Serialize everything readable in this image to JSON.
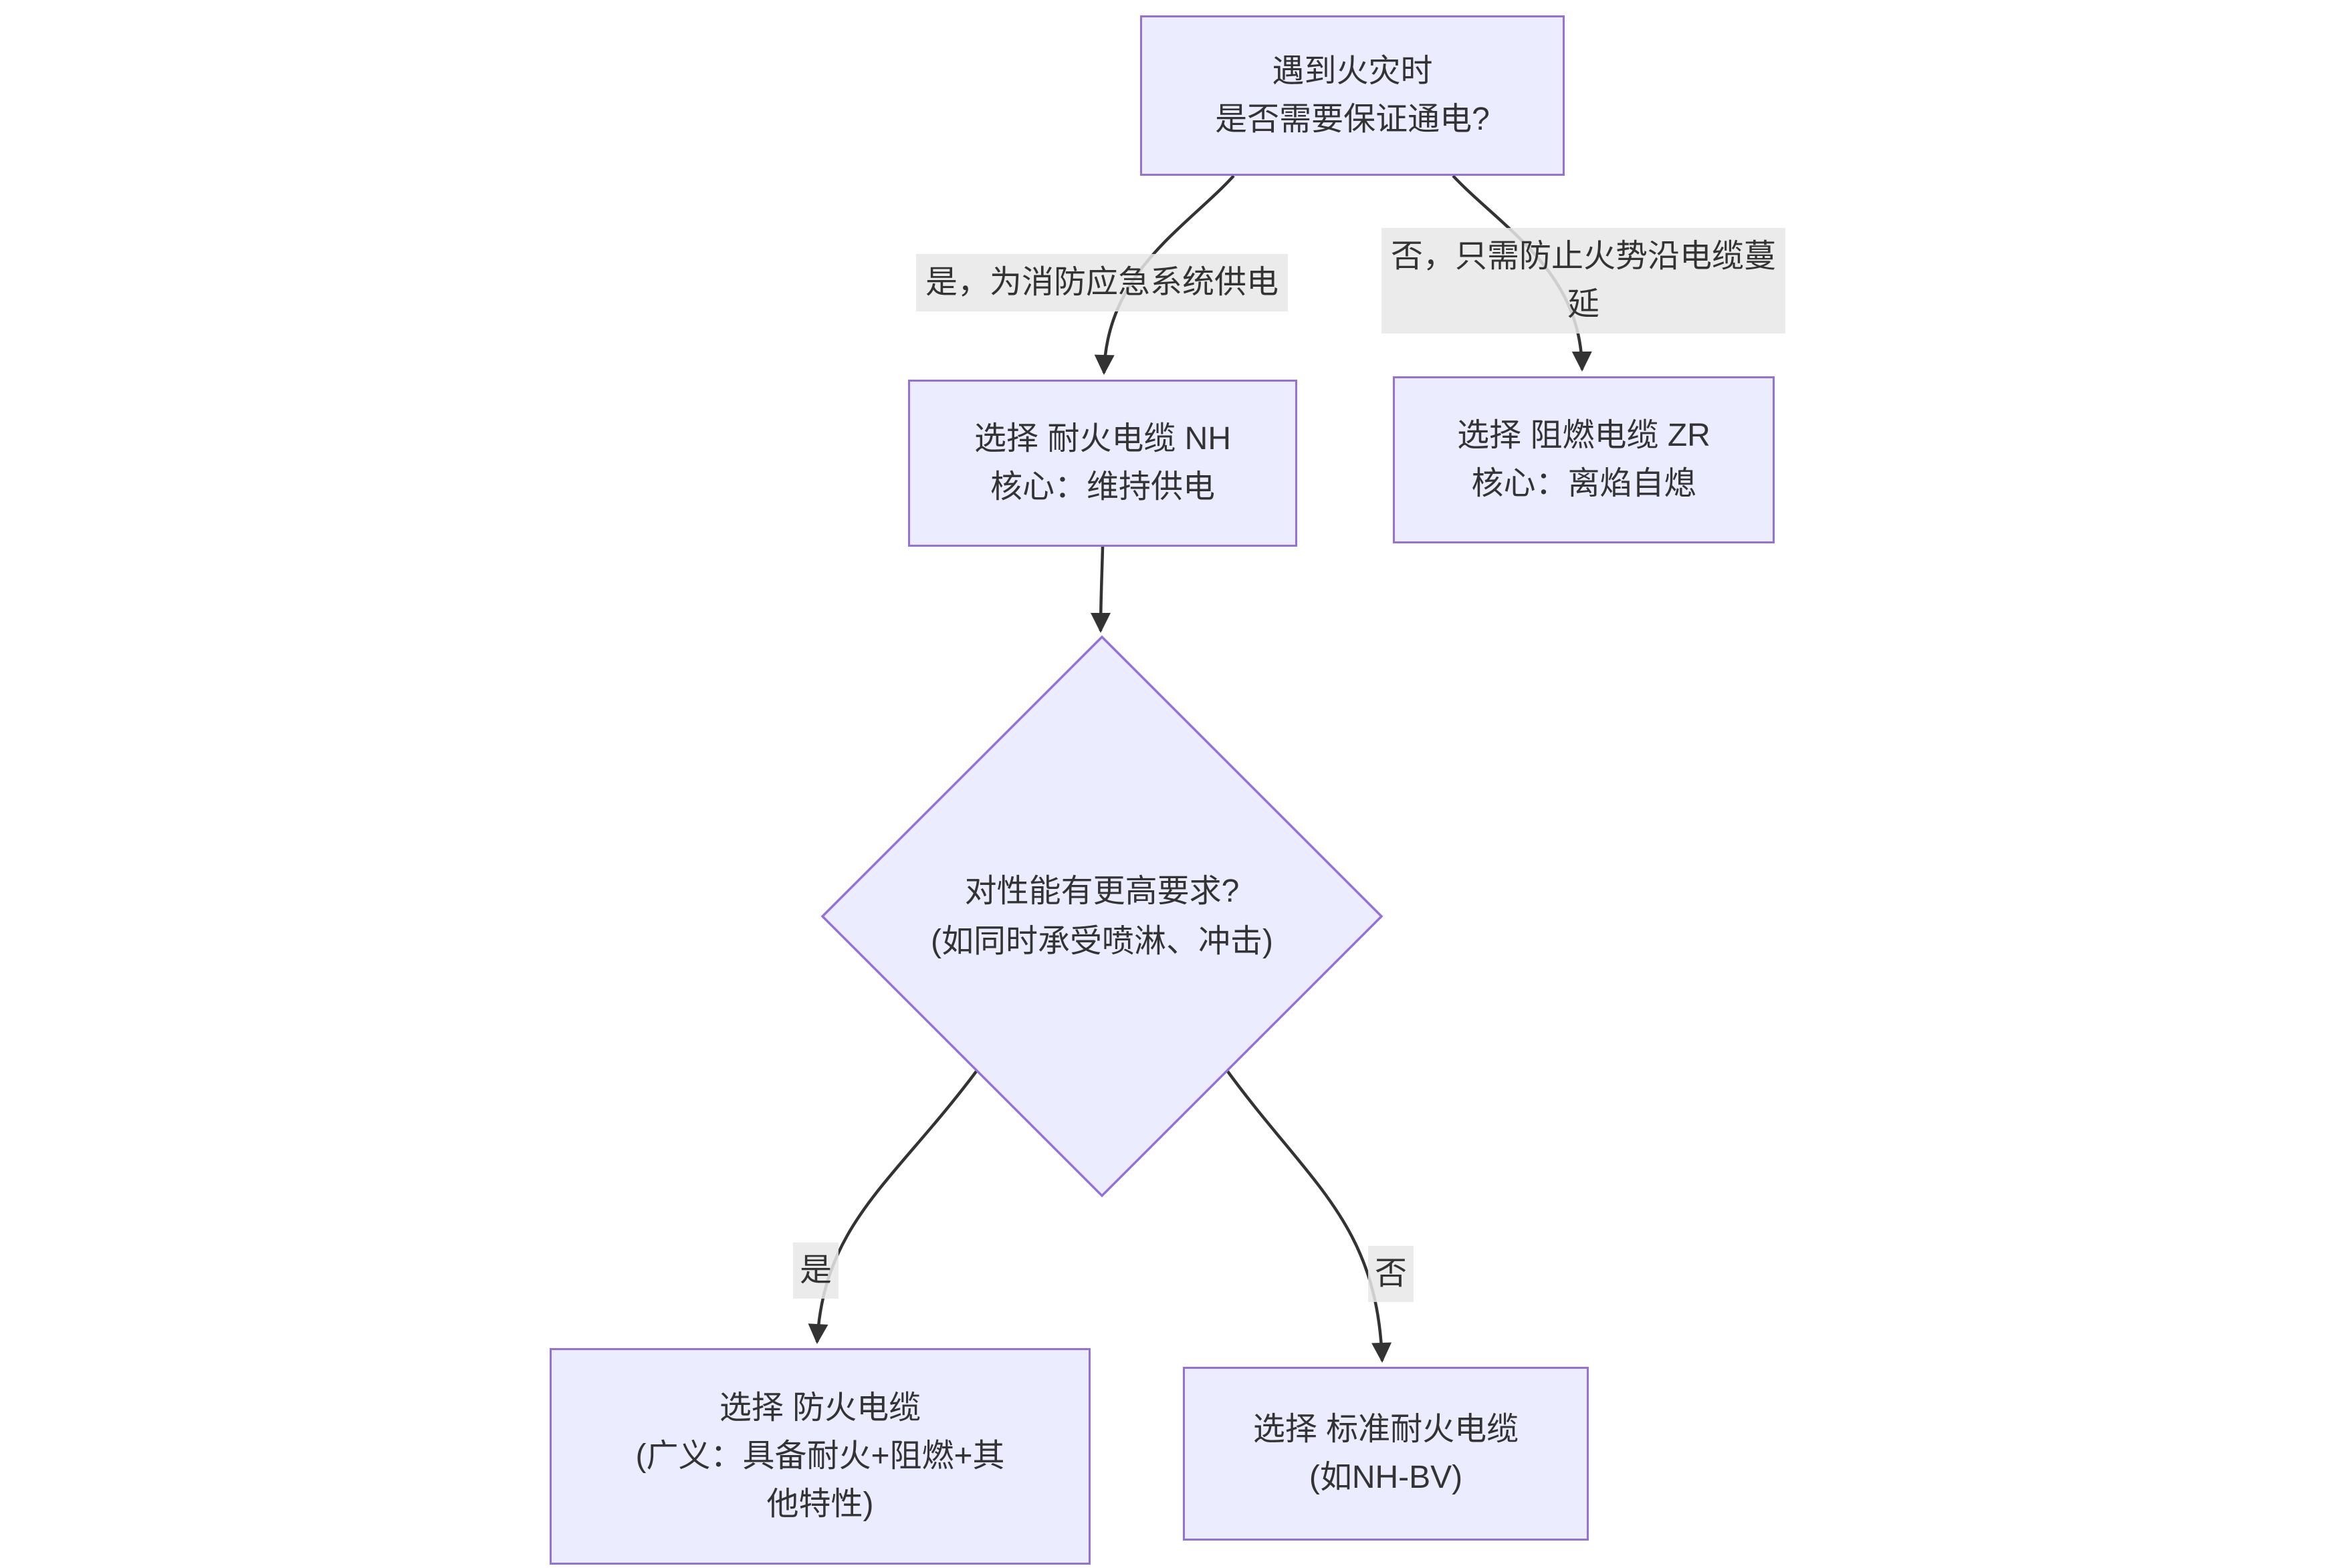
{
  "diagram": {
    "type": "flowchart",
    "direction": "top-down",
    "colors": {
      "node_fill": "#ECECFF",
      "node_border": "#9370DB",
      "edge_line": "#333333",
      "edge_label_bg": "#e8e8e8",
      "text": "#333333",
      "background": "#ffffff"
    },
    "nodes": {
      "start": {
        "shape": "rect",
        "lines": [
          "遇到火灾时",
          "是否需要保证通电?"
        ]
      },
      "nh": {
        "shape": "rect",
        "lines": [
          "选择 耐火电缆 NH",
          "核心：维持供电"
        ]
      },
      "zr": {
        "shape": "rect",
        "lines": [
          "选择 阻燃电缆 ZR",
          "核心：离焰自熄"
        ]
      },
      "decision": {
        "shape": "diamond",
        "lines": [
          "对性能有更高要求?",
          "(如同时承受喷淋、冲击)"
        ]
      },
      "fireproof": {
        "shape": "rect",
        "lines": [
          "选择 防火电缆",
          "(广义：具备耐火+阻燃+其",
          "他特性)"
        ]
      },
      "standard": {
        "shape": "rect",
        "lines": [
          "选择 标准耐火电缆",
          "(如NH-BV)"
        ]
      }
    },
    "edges": [
      {
        "from": "start",
        "to": "nh",
        "label_lines": [
          "是，为消防应急系统供电"
        ]
      },
      {
        "from": "start",
        "to": "zr",
        "label_lines": [
          "否，只需防止火势沿电缆蔓",
          "延"
        ]
      },
      {
        "from": "nh",
        "to": "decision",
        "label_lines": []
      },
      {
        "from": "decision",
        "to": "fireproof",
        "label_lines": [
          "是"
        ]
      },
      {
        "from": "decision",
        "to": "standard",
        "label_lines": [
          "否"
        ]
      }
    ]
  }
}
